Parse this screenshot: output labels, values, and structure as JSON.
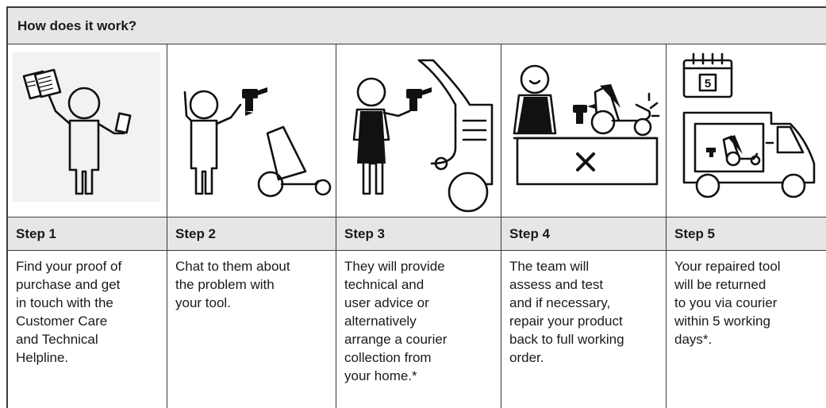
{
  "header": {
    "title": "How does it work?"
  },
  "steps": [
    {
      "label": "Step 1",
      "lines": [
        "Find your proof of",
        "purchase and get",
        "in touch with the",
        "Customer Care",
        "and Technical",
        "Helpline."
      ],
      "illustration": "person-with-documents-and-phone-icon"
    },
    {
      "label": "Step 2",
      "lines": [
        "Chat to them about",
        "the problem with",
        "your tool."
      ],
      "illustration": "person-talking-drill-lawnmower-icon"
    },
    {
      "label": "Step 3",
      "lines": [
        "They will provide",
        "technical and",
        "user advice or",
        "alternatively",
        "arrange a courier",
        "collection from",
        "your home.*"
      ],
      "illustration": "technician-with-drill-and-trolley-icon"
    },
    {
      "label": "Step 4",
      "lines": [
        "The team will",
        "assess and test",
        "and if necessary,",
        "repair your product",
        "back to full working",
        "order."
      ],
      "illustration": "technician-at-repair-bench-icon"
    },
    {
      "label": "Step 5",
      "lines": [
        "Your repaired tool",
        "will be returned",
        "to you via courier",
        "within 5 working",
        "days*."
      ],
      "illustration": "calendar-and-delivery-van-icon",
      "calendar_day": "5"
    }
  ]
}
